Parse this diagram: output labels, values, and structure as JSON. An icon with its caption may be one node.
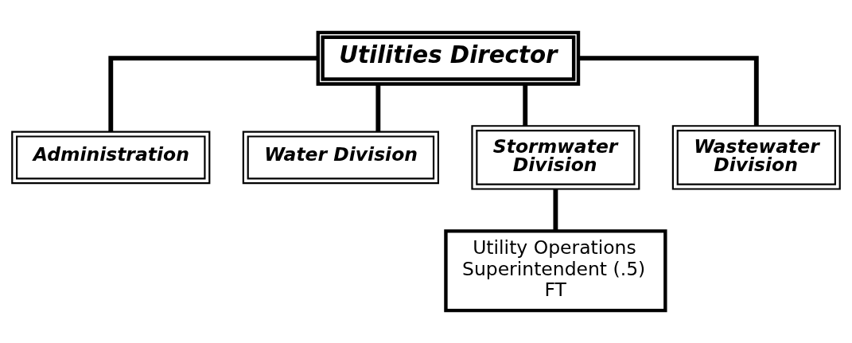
{
  "diagram": {
    "nodes": [
      {
        "text": [
          "Utilities Director"
        ]
      },
      {
        "text": [
          "Administration"
        ]
      },
      {
        "text": [
          "Water Division"
        ]
      },
      {
        "text": [
          "Stormwater Division"
        ]
      },
      {
        "text": [
          "Wastewater Division"
        ]
      },
      {
        "text": [
          "Utility Operations Superintendent (.5) FT"
        ]
      }
    ],
    "edges": [
      {
        "from": 0,
        "to": 1,
        "arrow": "none"
      },
      {
        "from": 0,
        "to": 2,
        "arrow": "none"
      },
      {
        "from": 0,
        "to": 3,
        "arrow": "none"
      },
      {
        "from": 0,
        "to": 4,
        "arrow": "none"
      },
      {
        "from": 3,
        "to": 5,
        "arrow": "none"
      }
    ]
  }
}
